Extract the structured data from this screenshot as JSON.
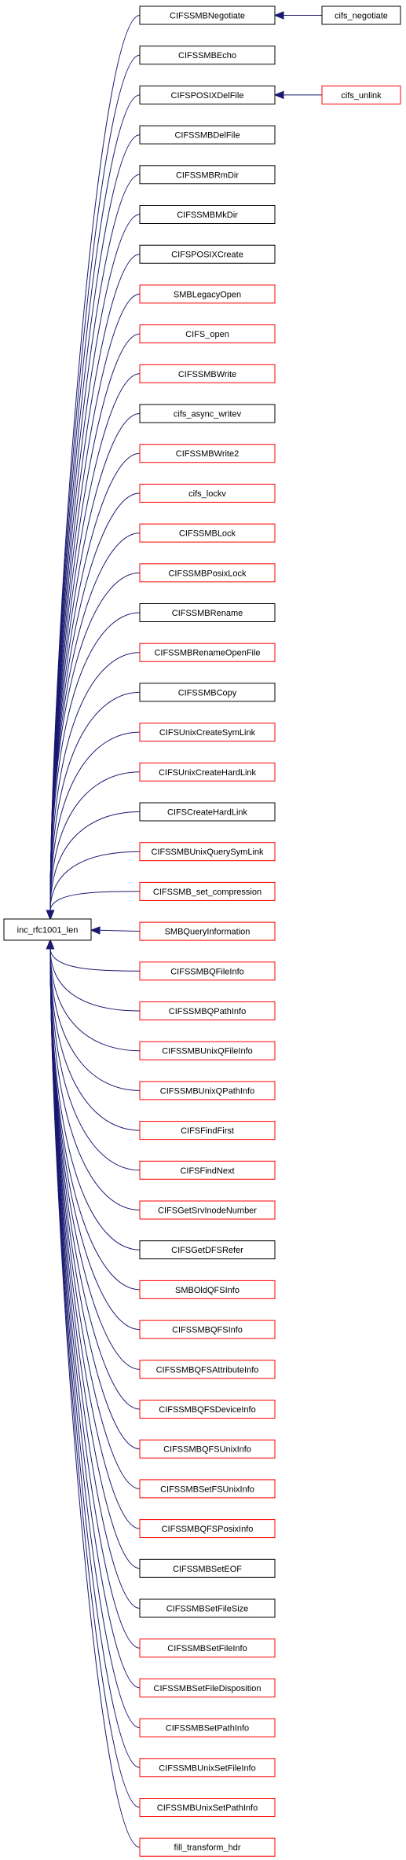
{
  "colors": {
    "edge": "#191970",
    "border_documented": "#000000",
    "border_undocumented": "#ff0000",
    "root_fill": "#bfbfbf"
  },
  "root": {
    "label": "inc_rfc1001_len"
  },
  "callers": [
    {
      "label": "CIFSSMBNegotiate",
      "border": "black",
      "caller": {
        "label": "cifs_negotiate",
        "border": "black"
      }
    },
    {
      "label": "CIFSSMBEcho",
      "border": "black"
    },
    {
      "label": "CIFSPOSIXDelFile",
      "border": "black",
      "caller": {
        "label": "cifs_unlink",
        "border": "red"
      }
    },
    {
      "label": "CIFSSMBDelFile",
      "border": "black"
    },
    {
      "label": "CIFSSMBRmDir",
      "border": "black"
    },
    {
      "label": "CIFSSMBMkDir",
      "border": "black"
    },
    {
      "label": "CIFSPOSIXCreate",
      "border": "black"
    },
    {
      "label": "SMBLegacyOpen",
      "border": "red"
    },
    {
      "label": "CIFS_open",
      "border": "red"
    },
    {
      "label": "CIFSSMBWrite",
      "border": "red"
    },
    {
      "label": "cifs_async_writev",
      "border": "black"
    },
    {
      "label": "CIFSSMBWrite2",
      "border": "red"
    },
    {
      "label": "cifs_lockv",
      "border": "red"
    },
    {
      "label": "CIFSSMBLock",
      "border": "red"
    },
    {
      "label": "CIFSSMBPosixLock",
      "border": "red"
    },
    {
      "label": "CIFSSMBRename",
      "border": "black"
    },
    {
      "label": "CIFSSMBRenameOpenFile",
      "border": "red"
    },
    {
      "label": "CIFSSMBCopy",
      "border": "black"
    },
    {
      "label": "CIFSUnixCreateSymLink",
      "border": "red"
    },
    {
      "label": "CIFSUnixCreateHardLink",
      "border": "red"
    },
    {
      "label": "CIFSCreateHardLink",
      "border": "black"
    },
    {
      "label": "CIFSSMBUnixQuerySymLink",
      "border": "red"
    },
    {
      "label": "CIFSSMB_set_compression",
      "border": "red"
    },
    {
      "label": "SMBQueryInformation",
      "border": "red"
    },
    {
      "label": "CIFSSMBQFileInfo",
      "border": "red"
    },
    {
      "label": "CIFSSMBQPathInfo",
      "border": "red"
    },
    {
      "label": "CIFSSMBUnixQFileInfo",
      "border": "red"
    },
    {
      "label": "CIFSSMBUnixQPathInfo",
      "border": "red"
    },
    {
      "label": "CIFSFindFirst",
      "border": "red"
    },
    {
      "label": "CIFSFindNext",
      "border": "red"
    },
    {
      "label": "CIFSGetSrvInodeNumber",
      "border": "red"
    },
    {
      "label": "CIFSGetDFSRefer",
      "border": "black"
    },
    {
      "label": "SMBOldQFSInfo",
      "border": "red"
    },
    {
      "label": "CIFSSMBQFSInfo",
      "border": "red"
    },
    {
      "label": "CIFSSMBQFSAttributeInfo",
      "border": "red"
    },
    {
      "label": "CIFSSMBQFSDeviceInfo",
      "border": "red"
    },
    {
      "label": "CIFSSMBQFSUnixInfo",
      "border": "red"
    },
    {
      "label": "CIFSSMBSetFSUnixInfo",
      "border": "red"
    },
    {
      "label": "CIFSSMBQFSPosixInfo",
      "border": "red"
    },
    {
      "label": "CIFSSMBSetEOF",
      "border": "black"
    },
    {
      "label": "CIFSSMBSetFileSize",
      "border": "black"
    },
    {
      "label": "CIFSSMBSetFileInfo",
      "border": "red"
    },
    {
      "label": "CIFSSMBSetFileDisposition",
      "border": "red"
    },
    {
      "label": "CIFSSMBSetPathInfo",
      "border": "red"
    },
    {
      "label": "CIFSSMBUnixSetFileInfo",
      "border": "red"
    },
    {
      "label": "CIFSSMBUnixSetPathInfo",
      "border": "red"
    },
    {
      "label": "fill_transform_hdr",
      "border": "red"
    }
  ]
}
